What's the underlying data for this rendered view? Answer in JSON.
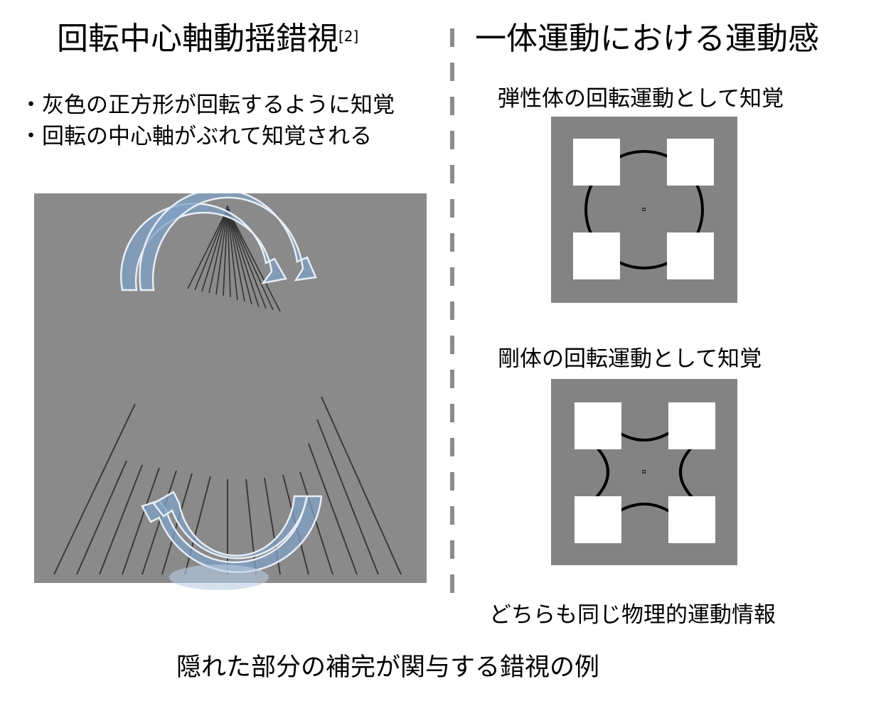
{
  "left": {
    "title": "回転中心軸動揺錯視",
    "title_ref": "[2]",
    "bullets": [
      "・灰色の正方形が回転するように知覚",
      "・回転の中心軸がぶれて知覚される"
    ]
  },
  "right": {
    "title": "一体運動における運動感",
    "fig1_caption": "弾性体の回転運動として知覚",
    "fig2_caption": "剛体の回転運動として知覚",
    "note": "どちらも同じ物理的運動情報"
  },
  "footer": "隠れた部分の補完が関与する錯視の例",
  "colors": {
    "gray_field": "#8a8a8a",
    "dark_gray_field": "#838383",
    "arrow_fill": "#7fa0c6",
    "divider": "#8c8c8c"
  },
  "icons": [
    "rotation-arrow-clockwise",
    "rotation-arrow-counterclockwise"
  ]
}
